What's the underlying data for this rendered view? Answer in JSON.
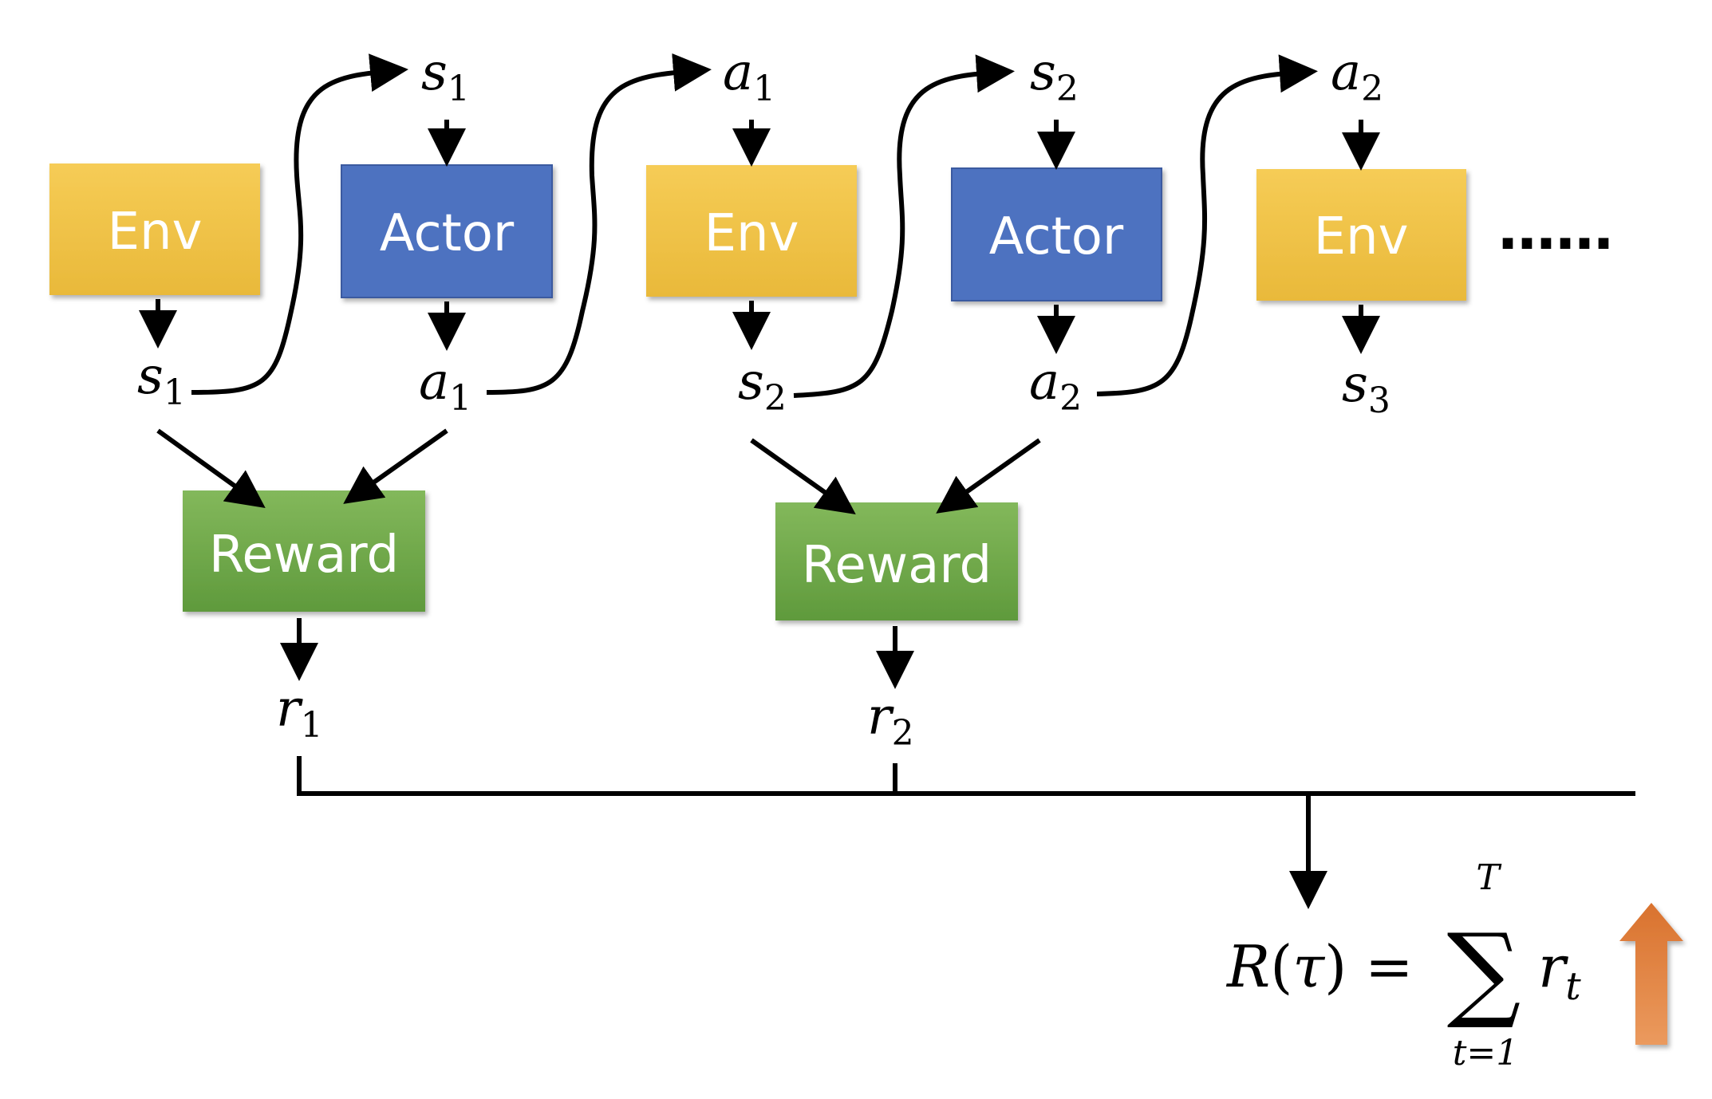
{
  "colors": {
    "env": "#f4c342",
    "actor": "#4e72c0",
    "reward": "#70ad47",
    "up_arrow": "#e07b39"
  },
  "boxes": {
    "env1": "Env",
    "actor1": "Actor",
    "env2": "Env",
    "actor2": "Actor",
    "env3": "Env",
    "reward1": "Reward",
    "reward2": "Reward"
  },
  "ellipsis": "……",
  "vars": {
    "s1_top": {
      "base": "s",
      "sub": "1"
    },
    "a1_top": {
      "base": "a",
      "sub": "1"
    },
    "s2_top": {
      "base": "s",
      "sub": "2"
    },
    "a2_top": {
      "base": "a",
      "sub": "2"
    },
    "s1": {
      "base": "s",
      "sub": "1"
    },
    "a1": {
      "base": "a",
      "sub": "1"
    },
    "s2": {
      "base": "s",
      "sub": "2"
    },
    "a2": {
      "base": "a",
      "sub": "2"
    },
    "s3": {
      "base": "s",
      "sub": "3"
    },
    "r1": {
      "base": "r",
      "sub": "1"
    },
    "r2": {
      "base": "r",
      "sub": "2"
    }
  },
  "formula": {
    "lhs": "R(τ) =",
    "sum": "∑",
    "upper": "T",
    "lower": "t=1",
    "term_base": "r",
    "term_sub": "t"
  }
}
